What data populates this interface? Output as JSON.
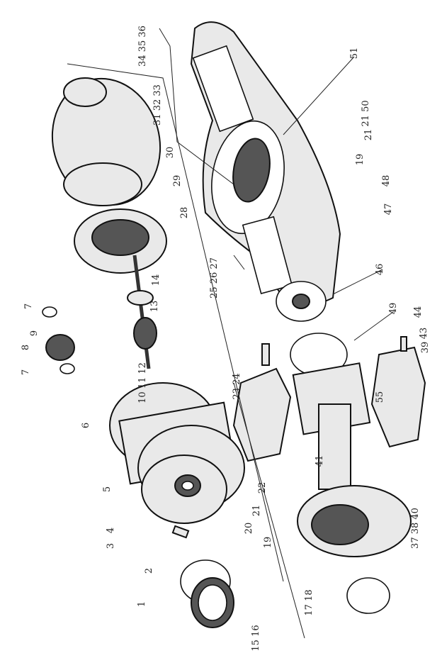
{
  "title": "Axle assembly exploded view",
  "labels": [
    "34 35 36",
    "31 32 33",
    "30",
    "29",
    "28",
    "25 26 27",
    "14",
    "13",
    "7",
    "9",
    "8",
    "7",
    "10 11 12",
    "6",
    "5",
    "3",
    "4",
    "2",
    "1",
    "15 16",
    "17 18",
    "19",
    "20",
    "21",
    "22",
    "23 24",
    "41",
    "37 38 40",
    "55",
    "39",
    "43",
    "44",
    "49",
    "46",
    "47",
    "48",
    "19",
    "21",
    "21 50",
    "51"
  ]
}
